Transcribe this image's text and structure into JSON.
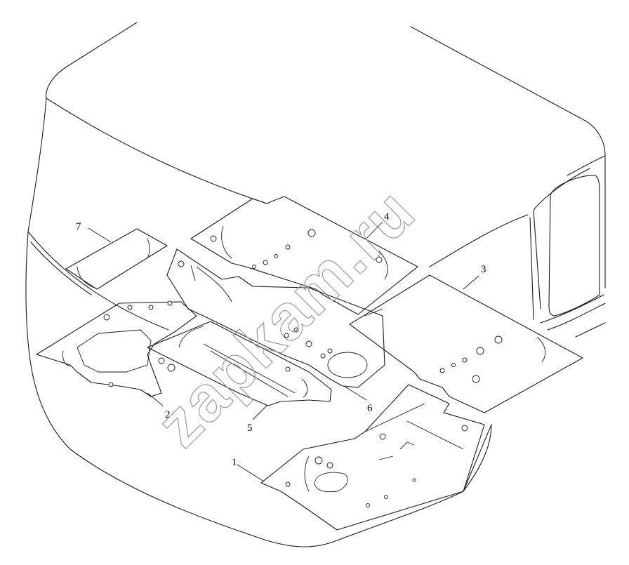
{
  "diagram": {
    "watermark": "zapkam.ru",
    "colors": {
      "line": "#1a1a1a",
      "watermark": "#9a9a9a",
      "background": "#ffffff"
    },
    "callouts": [
      {
        "id": "c1",
        "label": "1"
      },
      {
        "id": "c2",
        "label": "2"
      },
      {
        "id": "c3",
        "label": "3"
      },
      {
        "id": "c4",
        "label": "4"
      },
      {
        "id": "c5",
        "label": "5"
      },
      {
        "id": "c6",
        "label": "6"
      },
      {
        "id": "c7",
        "label": "7"
      }
    ]
  }
}
